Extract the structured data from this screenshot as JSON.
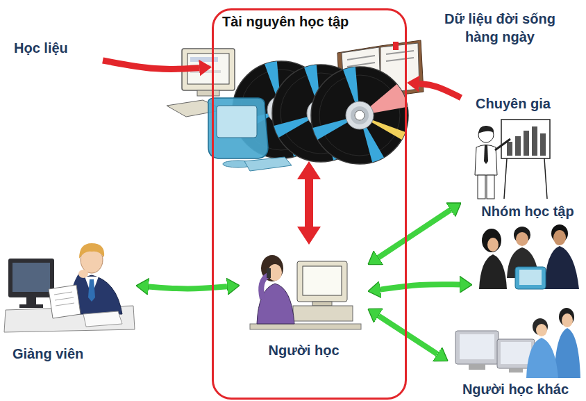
{
  "diagram": {
    "nodes": [
      {
        "text": [
          "Học liệu"
        ]
      },
      {
        "text": [
          "Tài nguyên học tập"
        ]
      },
      {
        "text": [
          "Chuyên gia"
        ]
      },
      {
        "text": [
          "Nhóm học tập"
        ]
      },
      {
        "text": [
          "Giảng viên"
        ]
      },
      {
        "text": [
          "Người học"
        ],
        "in": 1
      },
      {
        "text": [
          "Người học khác"
        ]
      }
    ],
    "edges": [
      {
        "from": 0,
        "to": 1,
        "arrow": "to"
      },
      {
        "from": 2,
        "to": 1,
        "arrow": "to"
      },
      {
        "from": 4,
        "to": 5,
        "arrow": "both"
      },
      {
        "from": 5,
        "to": 2,
        "arrow": "both"
      },
      {
        "from": 5,
        "to": 3,
        "arrow": "both"
      },
      {
        "from": 5,
        "to": 6,
        "arrow": "both"
      }
    ],
    "labels": [
      "Dữ liệu đời sống hàng ngày"
    ]
  }
}
